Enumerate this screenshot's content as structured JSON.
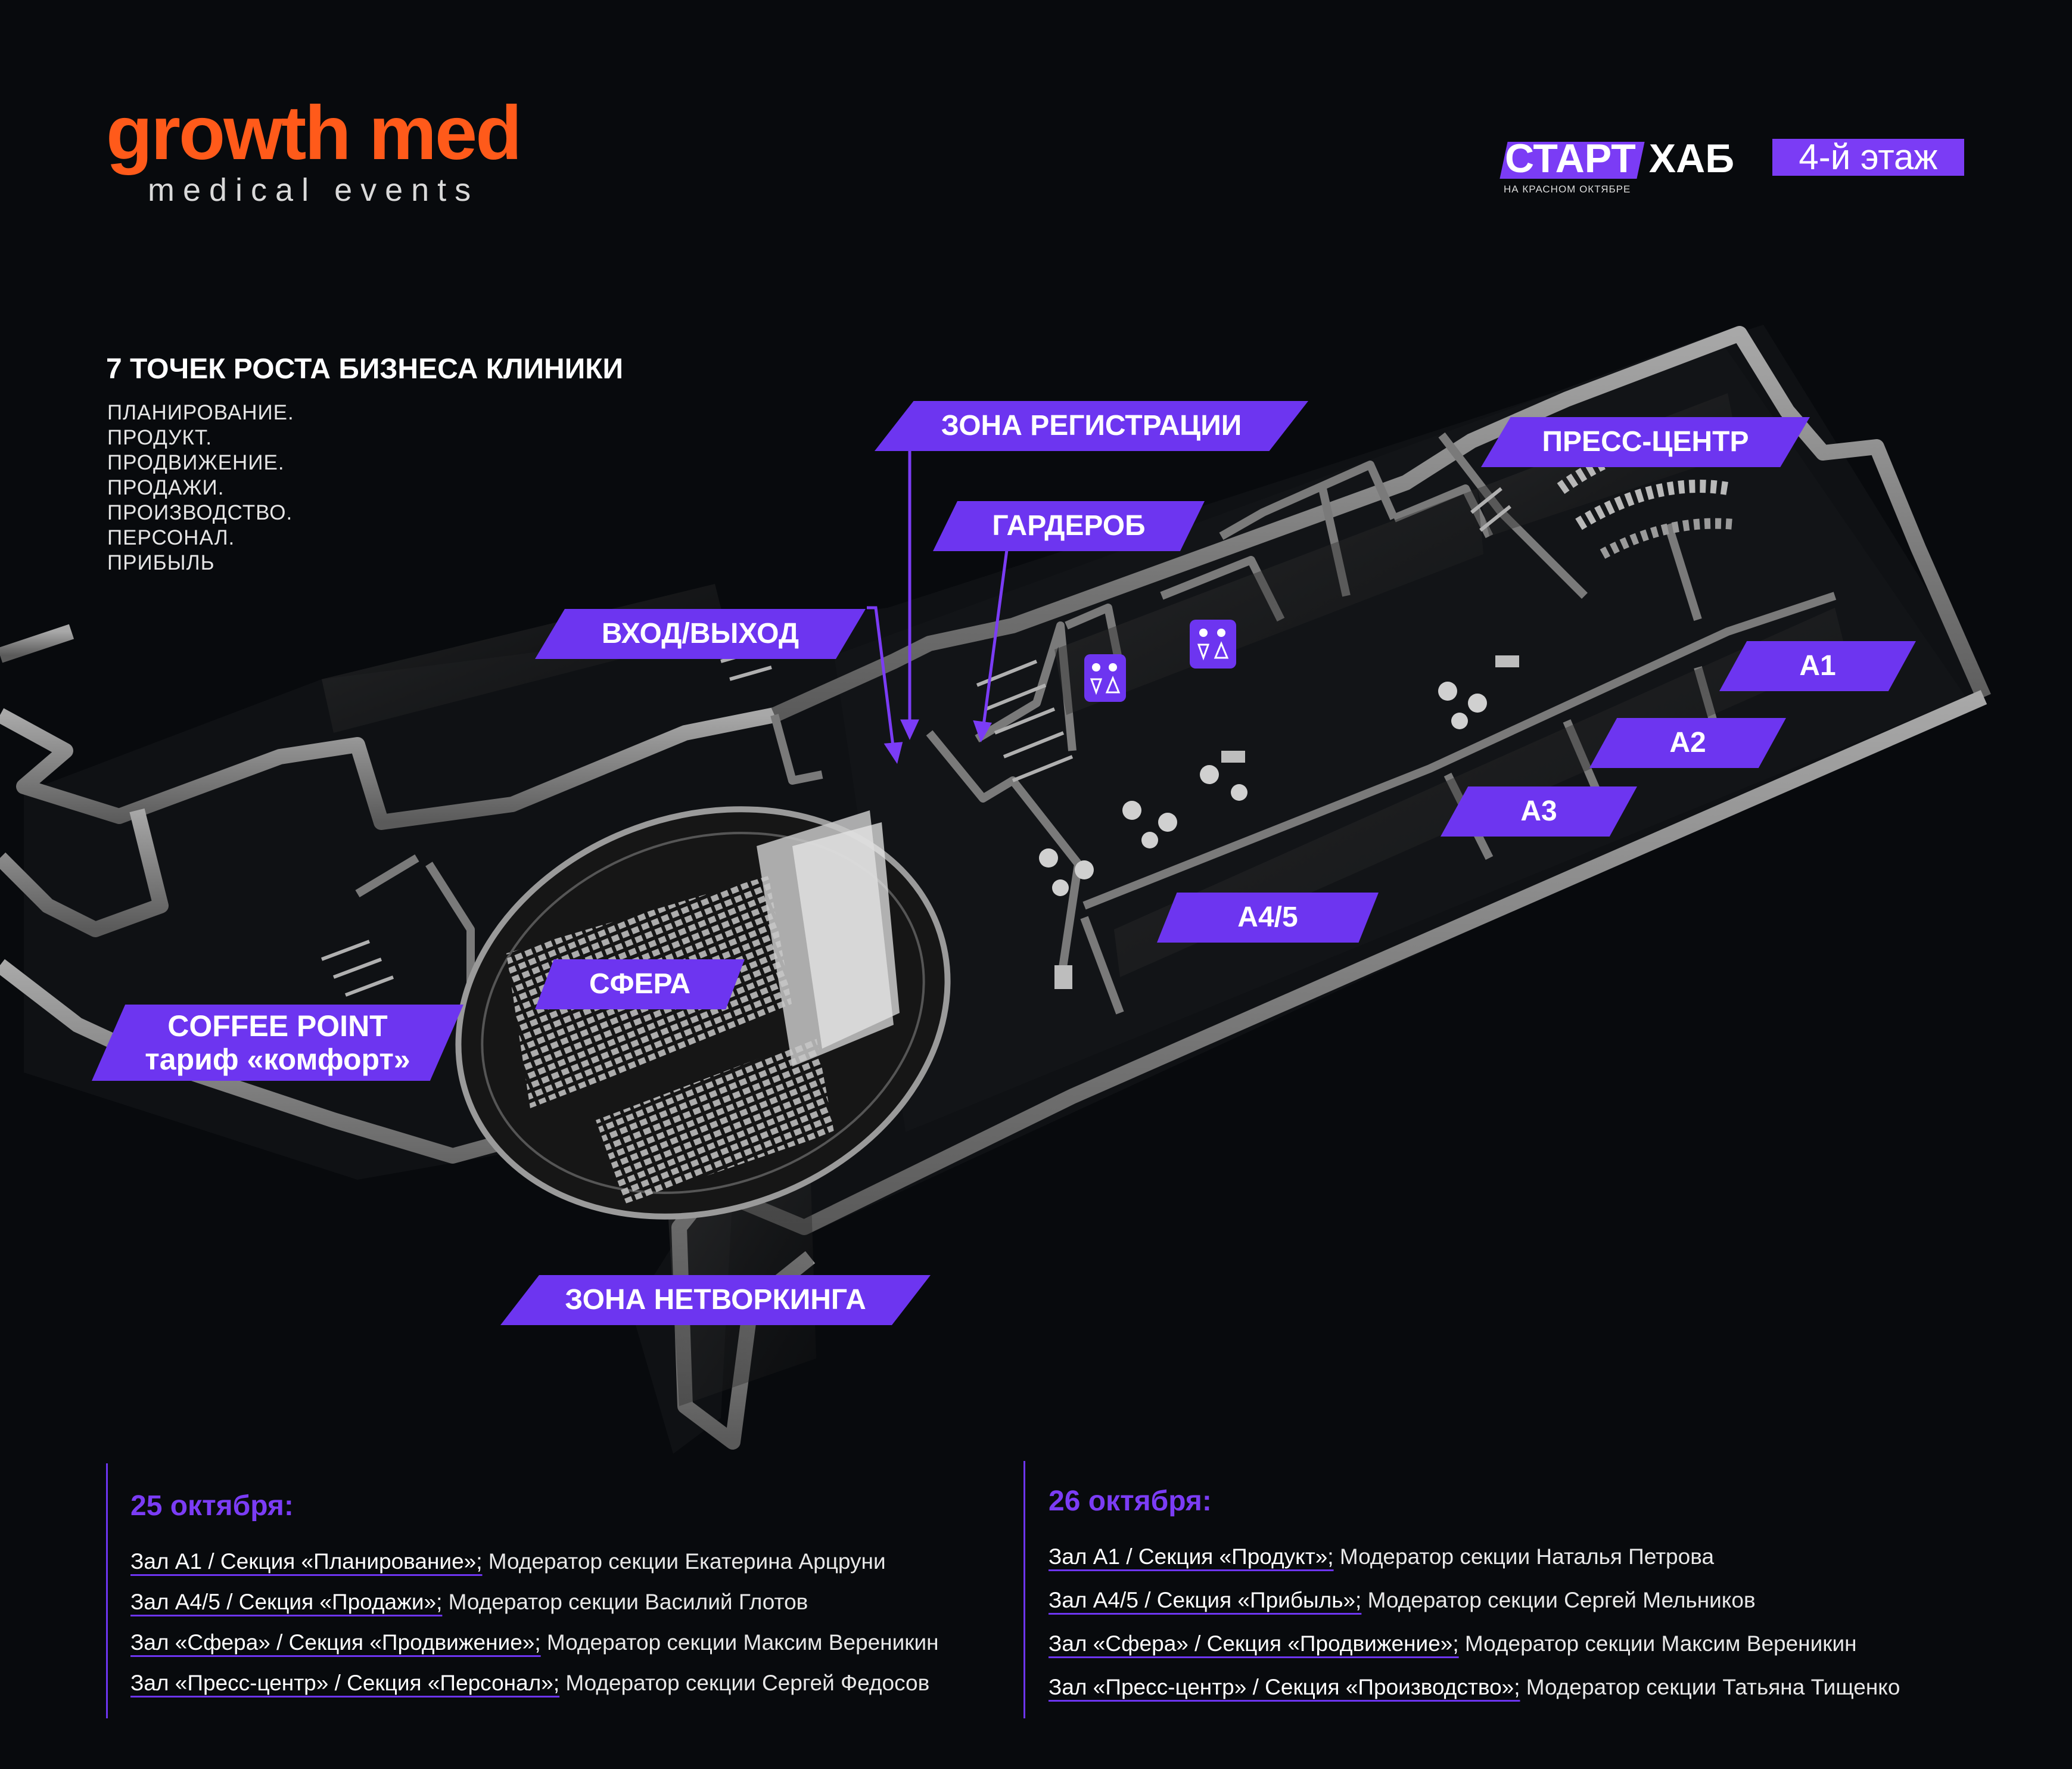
{
  "brand": {
    "name": "growth med",
    "tagline": "medical events"
  },
  "venue": {
    "start": "СТАРТ",
    "hab": "ХАБ",
    "subtitle": "НА КРАСНОМ ОКТЯБРЕ",
    "floor": "4-й этаж"
  },
  "growth_points": {
    "title": "7 ТОЧЕК РОСТА БИЗНЕСА КЛИНИКИ",
    "items": [
      "ПЛАНИРОВАНИЕ.",
      "ПРОДУКТ.",
      "ПРОДВИЖЕНИЕ.",
      "ПРОДАЖИ.",
      "ПРОИЗВОДСТВО.",
      "ПЕРСОНАЛ.",
      "ПРИБЫЛЬ"
    ]
  },
  "zones": {
    "registration": "ЗОНА РЕГИСТРАЦИИ",
    "press_center": "ПРЕСС-ЦЕНТР",
    "wardrobe": "ГАРДЕРОБ",
    "entrance": "ВХОД/ВЫХОД",
    "a1": "А1",
    "a2": "А2",
    "a3": "А3",
    "a45": "А4/5",
    "sphere": "СФЕРА",
    "coffee_point_line1": "COFFEE POINT",
    "coffee_point_line2": "тариф «комфорт»",
    "networking": "ЗОНА НЕТВОРКИНГА"
  },
  "schedule": {
    "day1": {
      "date": "25 октября:",
      "rows": [
        {
          "hall": "Зал А1 / Секция «Планирование»;",
          "moderator": " Модератор секции Екатерина Арцруни"
        },
        {
          "hall": "Зал А4/5 / Секция «Продажи»;",
          "moderator": " Модератор секции Василий Глотов"
        },
        {
          "hall": "Зал «Сфера» / Секция «Продвижение»;",
          "moderator": " Модератор секции Максим Вереникин"
        },
        {
          "hall": "Зал «Пресс-центр» / Секция «Персонал»;",
          "moderator": " Модератор секции Сергей Федосов"
        }
      ]
    },
    "day2": {
      "date": "26 октября:",
      "rows": [
        {
          "hall": "Зал А1 / Секция «Продукт»;",
          "moderator": " Модератор секции Наталья Петрова"
        },
        {
          "hall": "Зал А4/5 / Секция «Прибыль»;",
          "moderator": " Модератор секции Сергей Мельников"
        },
        {
          "hall": "Зал «Сфера» / Секция «Продвижение»;",
          "moderator": " Модератор секции Максим Вереникин"
        },
        {
          "hall": "Зал «Пресс-центр» / Секция «Производство»;",
          "moderator": " Модератор секции Татьяна Тищенко"
        }
      ]
    }
  },
  "colors": {
    "background": "#080a0d",
    "brand_orange": "#ff5a1a",
    "accent_purple": "#6d35f0",
    "wall_grey": "#8c8c8c"
  }
}
